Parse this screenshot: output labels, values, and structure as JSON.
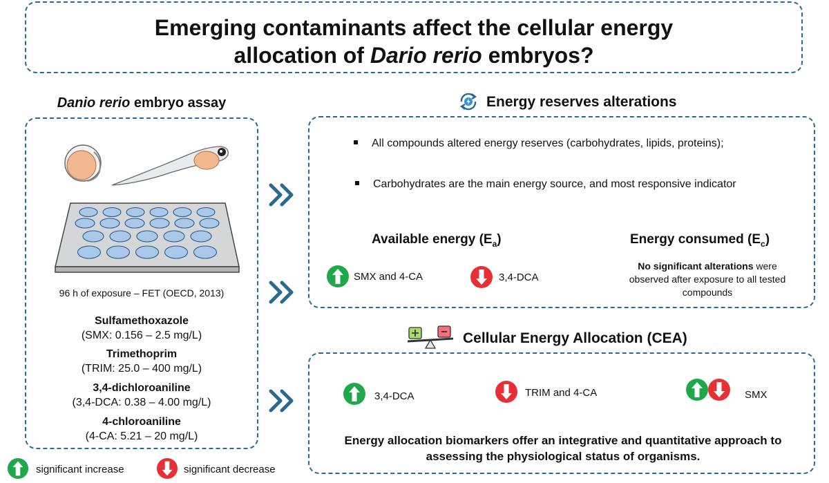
{
  "title": {
    "line1": "Emerging contaminants affect the cellular energy",
    "line2_italic": "Dario rerio",
    "line2_pre": "allocation of ",
    "line2_post": " embryos?"
  },
  "left": {
    "heading_italic": "Danio rerio",
    "heading_rest": " embryo assay",
    "exposure": "96 h of exposure – FET (OECD, 2013)",
    "compounds": [
      {
        "name": "Sulfamethoxazole",
        "conc": "(SMX: 0.156 – 2.5 mg/L)"
      },
      {
        "name": "Trimethoprim",
        "conc": "(TRIM: 25.0 – 400 mg/L)"
      },
      {
        "name": "3,4-dichloroaniline",
        "conc": "(3,4-DCA: 0.38 – 4.00 mg/L)"
      },
      {
        "name": "4-chloroaniline",
        "conc": "(4-CA: 5.21 – 20 mg/L)"
      }
    ]
  },
  "reserves": {
    "heading": "Energy reserves alterations",
    "bullet1": "All compounds altered energy reserves (carbohydrates, lipids, proteins);",
    "bullet2": "Carbohydrates are the main energy source, and  most responsive indicator",
    "available_base": "Available energy (E",
    "available_sub": "a",
    "consumed_base": "Energy consumed (E",
    "consumed_sub": "c",
    "close_paren": ")",
    "increase_label": "SMX and 4-CA",
    "decrease_label": "3,4-DCA",
    "note_bold": "No significant alterations",
    "note_rest": " were observed after exposure to all tested compounds"
  },
  "cea": {
    "heading": "Cellular Energy Allocation (CEA)",
    "increase_label": "3,4-DCA",
    "decrease_label": "TRIM and 4-CA",
    "both_label": "SMX",
    "conclusion": "Energy allocation biomarkers offer an integrative and quantitative approach to assessing the physiological status of organisms."
  },
  "legend": {
    "increase": "significant increase",
    "decrease": "significant decrease"
  },
  "colors": {
    "border": "#2a6a90",
    "chevron": "#2a6a90",
    "increase": "#1fa84a",
    "decrease": "#e63035",
    "well": "#a9c8ea",
    "plate": "#d4d6d8"
  }
}
